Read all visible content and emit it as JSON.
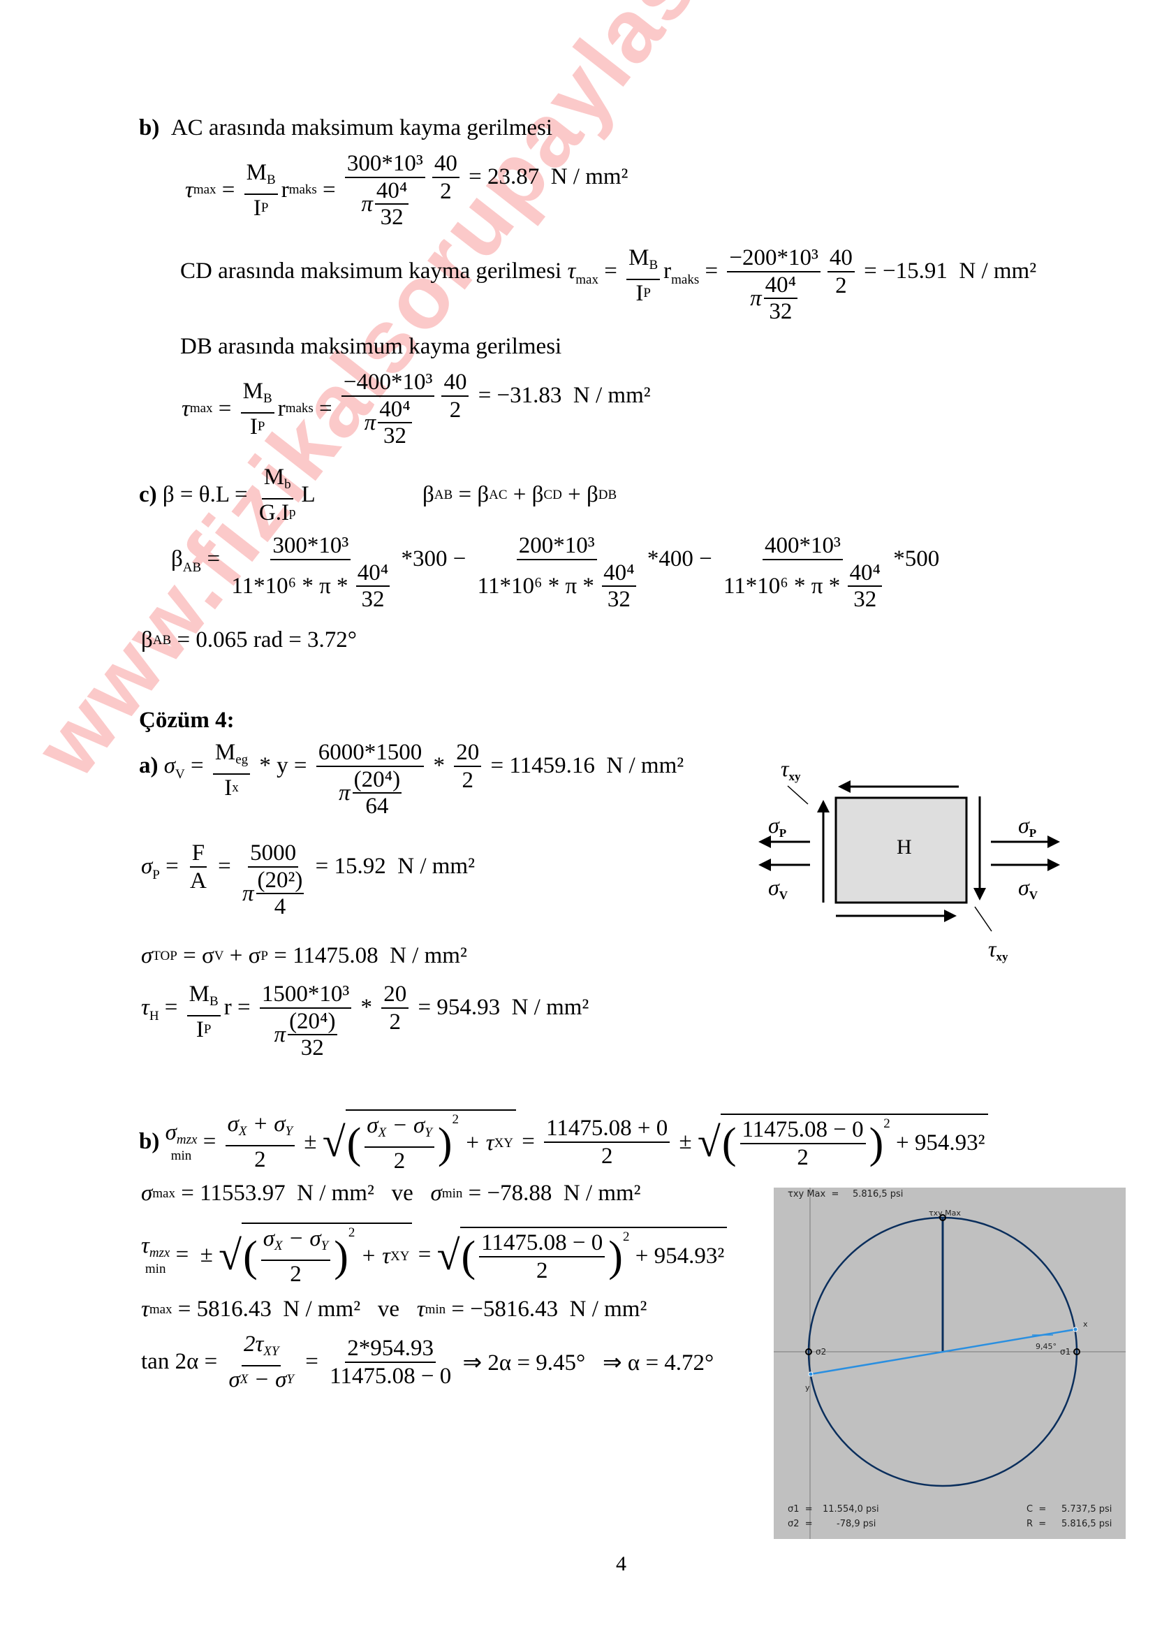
{
  "watermark": "www.fizikalsorupaylasimi.com",
  "part_b": {
    "label": "b)",
    "ac_heading": "AC arasında maksimum kayma gerilmesi",
    "cd_heading": "CD arasında maksimum kayma gerilmesi",
    "db_heading": "DB arasında maksimum kayma gerilmesi",
    "tau": "τ",
    "max": "max",
    "eq": " = ",
    "M": "M",
    "B": "B",
    "I": "I",
    "P": "P",
    "r": "r",
    "maks": "maks",
    "pi": "π",
    "d4": "40⁴",
    "d32": "32",
    "n40": "40",
    "n2": "2",
    "ac_num": "300*10³",
    "ac_result": " = 23.87  N / mm²",
    "cd_num": "−200*10³",
    "cd_result": " = −15.91  N / mm²",
    "db_num": "−400*10³",
    "db_result": " = −31.83  N / mm²"
  },
  "part_c": {
    "label": "c)",
    "beta_def": " β = θ.L = ",
    "mb": "M",
    "mb_sub": "b",
    "gip": "G.I",
    "gip_sub": "p",
    "L": "L",
    "beta": "β",
    "AB": "AB",
    "AC": "AC",
    "CD": "CD",
    "DB": "DB",
    "sum_eq": " = β",
    "plus": " + β",
    "t1_num": "300*10³",
    "t2_num": "200*10³",
    "t3_num": "400*10³",
    "den_prefix": "11*10⁶ * π * ",
    "d4": "40⁴",
    "d32": "32",
    "t1_mul": " *300 − ",
    "t2_mul": " *400 − ",
    "t3_mul": " *500",
    "result": " = 0.065 rad = 3.72°"
  },
  "solution4": {
    "title": "Çözüm 4:",
    "a_label": "a)",
    "sigma": "σ",
    "V": "V",
    "P": "P",
    "TOP": "TOP",
    "tau": "τ",
    "H": "H",
    "Meg": "M",
    "eg": "eg",
    "Ix": "I",
    "x": "x",
    "y_mul": " * y = ",
    "sv_num": "6000*1500",
    "sv_den_inner": "(20⁴)",
    "sv_den_den": "64",
    "star": " * ",
    "n20": "20",
    "n2": "2",
    "sv_result": " = 11459.16  N / mm²",
    "F": "F",
    "A": "A",
    "sp_num": "5000",
    "sp_den_inner": "(20²)",
    "sp_den_den": "4",
    "sp_result": " = 15.92  N / mm²",
    "top_eq": " = σ",
    "top_plus": " + σ",
    "top_result": " = 11475.08  N / mm²",
    "MB": "M",
    "B": "B",
    "Ip": "I",
    "p": "P",
    "r": "r",
    "th_num": "1500*10³",
    "th_den_inner": "(20⁴)",
    "th_den_den": "32",
    "th_result": " = 954.93  N / mm²",
    "pi": "π",
    "eq": " = "
  },
  "part_b2": {
    "label": "b)",
    "sigma": "σ",
    "tau": "τ",
    "mzx": "mzx",
    "min": "min",
    "max": "max",
    "sx_plus_sy": "σ",
    "X": "X",
    "Y": "Y",
    "XY": "XY",
    "plus_s": " + σ",
    "minus_s": " − σ",
    "pm": " ± ",
    "two": "2",
    "sq": "2",
    "plus_tau": " + τ",
    "num_val": "11475.08 + 0",
    "diff_val": "11475.08 − 0",
    "plus954": " + 954.93²",
    "smax_result": " = 11553.97  N / mm²",
    "ve": "   ve   ",
    "smin_result": " = −78.88  N / mm²",
    "tmax_result": " = 5816.43  N / mm²",
    "tmin_result": " = −5816.43  N / mm²",
    "tan": "tan 2α = ",
    "tan_num": "2τ",
    "tan_den": "σ",
    "tan_num2": "2*954.93",
    "tan_den2": "11475.08 − 0",
    "tan_result": " ⇒ 2α = 9.45°   ⇒ α = 4.72°",
    "eq": " = "
  },
  "stress_element": {
    "label": "H",
    "tau": "τ",
    "xy": "xy",
    "sigma": "σ",
    "P": "P",
    "V": "V"
  },
  "mohr_circle": {
    "tau_max_label": "τxy Max  =",
    "tau_max_value": "5.816,5 psi",
    "tau_point_label": "τxy Max",
    "x_label": "x",
    "y_label": "y",
    "angle_label": "9,45°",
    "sigma1_point": "σ1",
    "sigma2_point": "σ2",
    "sigma1_label": "σ1  =",
    "sigma1_value": "11.554,0 psi",
    "sigma2_label": "σ2  =",
    "sigma2_value": "-78,9 psi",
    "c_label": "C  =",
    "c_value": "5.737,5 psi",
    "r_label": "R  =",
    "r_value": "5.816,5 psi",
    "colors": {
      "background": "#c0c0c0",
      "circle": "#0a2e5c",
      "diameter": "#2a8fe0"
    }
  },
  "page_number": "4"
}
